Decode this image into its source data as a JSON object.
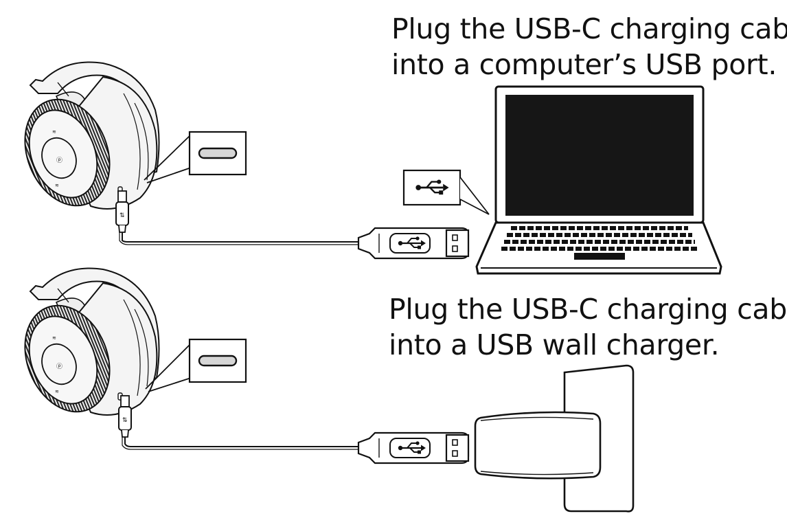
{
  "captions": {
    "computer": {
      "line1": "Plug the USB-C charging cable",
      "line2": "into a computer’s USB port."
    },
    "wall": {
      "line1": "Plug the USB-C charging cable",
      "line2": "into a USB wall charger."
    }
  },
  "colors": {
    "stroke": "#111111",
    "screen": "#161616",
    "headset_fill": "#f4f4f4",
    "knurl": "#2a2a2a"
  }
}
